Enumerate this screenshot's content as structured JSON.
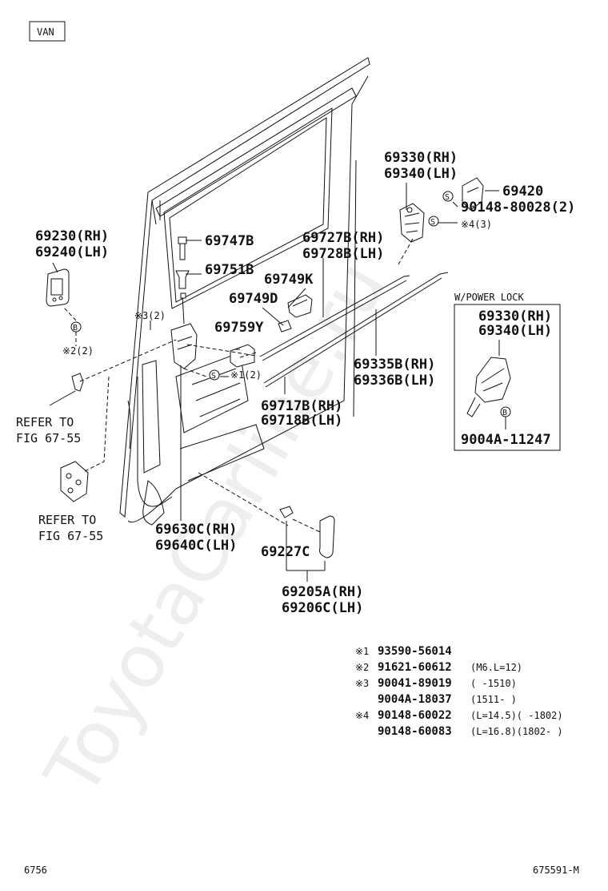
{
  "model_tag": "VAN",
  "watermark": "ToyotaCarline.ru",
  "callouts": {
    "c_69330_rh": "69330(RH)",
    "c_69340_lh": "69340(LH)",
    "c_69420": "69420",
    "c_90148_80028": "90148-80028(2)",
    "c_x4_3": "※4(3)",
    "c_69230_rh": "69230(RH)",
    "c_69240_lh": "69240(LH)",
    "c_69747b": "69747B",
    "c_69751b": "69751B",
    "c_69727b_rh": "69727B(RH)",
    "c_69728b_lh": "69728B(LH)",
    "c_69749k": "69749K",
    "c_69749d": "69749D",
    "c_69759y": "69759Y",
    "c_x3_2": "※3(2)",
    "c_x2_2": "※2(2)",
    "c_x1_2": "※1(2)",
    "c_69335b_rh": "69335B(RH)",
    "c_69336b_lh": "69336B(LH)",
    "c_69717b_rh": "69717B(RH)",
    "c_69718b_lh": "69718B(LH)",
    "c_refer1a": "REFER TO",
    "c_refer1b": "FIG 67-55",
    "c_refer2a": "REFER TO",
    "c_refer2b": "FIG 67-55",
    "c_69630c_rh": "69630C(RH)",
    "c_69640c_lh": "69640C(LH)",
    "c_69227c": "69227C",
    "c_69205a_rh": "69205A(RH)",
    "c_69206c_lh": "69206C(LH)",
    "mark_s": "S",
    "mark_b": "B"
  },
  "inset": {
    "title": "W/POWER LOCK",
    "rh": "69330(RH)",
    "lh": "69340(LH)",
    "bolt": "9004A-11247"
  },
  "legend": [
    {
      "mark": "※1",
      "part": "93590-56014",
      "note": ""
    },
    {
      "mark": "※2",
      "part": "91621-60612",
      "note": "(M6.L=12)"
    },
    {
      "mark": "※3",
      "part": "90041-89019",
      "note": "(     -1510)"
    },
    {
      "mark": "",
      "part": "9004A-18037",
      "note": "(1511-     )"
    },
    {
      "mark": "※4",
      "part": "90148-60022",
      "note": "(L=14.5)(     -1802)"
    },
    {
      "mark": "",
      "part": "90148-60083",
      "note": "(L=16.8)(1802-     )"
    }
  ],
  "footer": {
    "left": "6756",
    "right": "675591-M"
  }
}
